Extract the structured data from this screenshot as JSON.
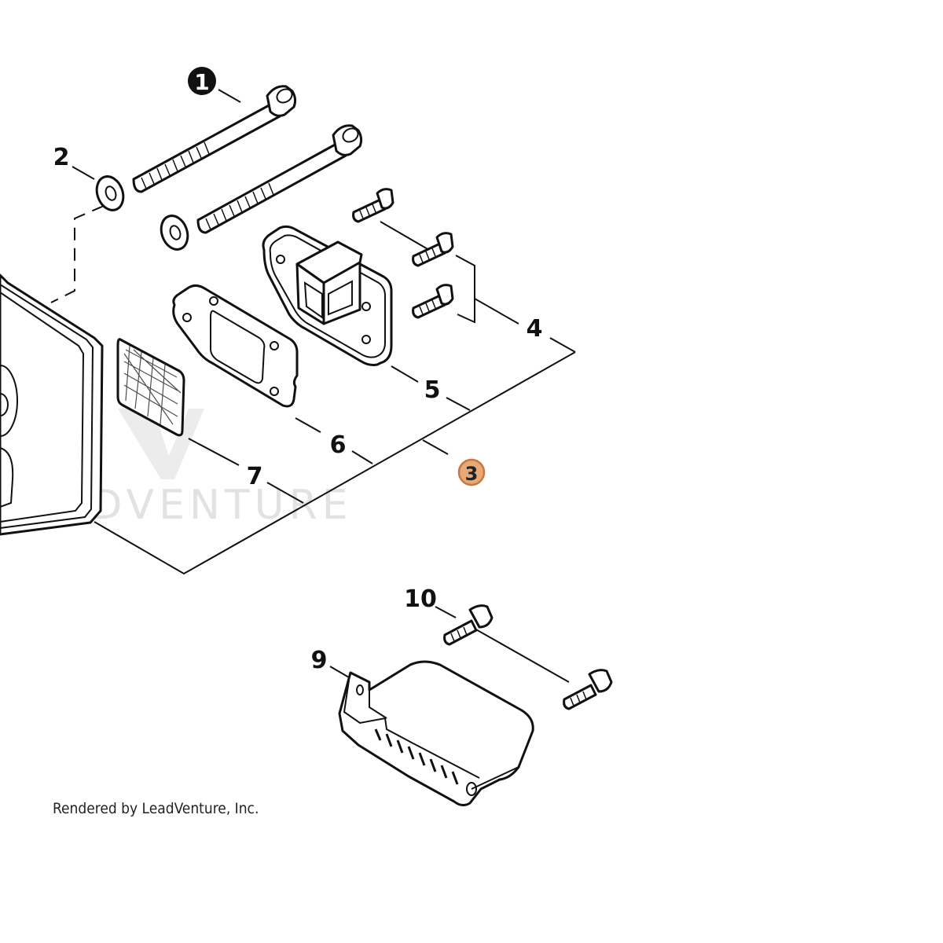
{
  "callouts": {
    "c1": "1",
    "c2": "2",
    "c3": "3",
    "c4": "4",
    "c5": "5",
    "c6": "6",
    "c7": "7",
    "c9": "9",
    "c10": "10"
  },
  "watermark": "LEADVENTURE",
  "credit": "Rendered by LeadVenture, Inc.",
  "colors": {
    "highlight_fill": "#e8a978",
    "highlight_stroke": "#c8783d",
    "callout_dark": "#111111"
  }
}
